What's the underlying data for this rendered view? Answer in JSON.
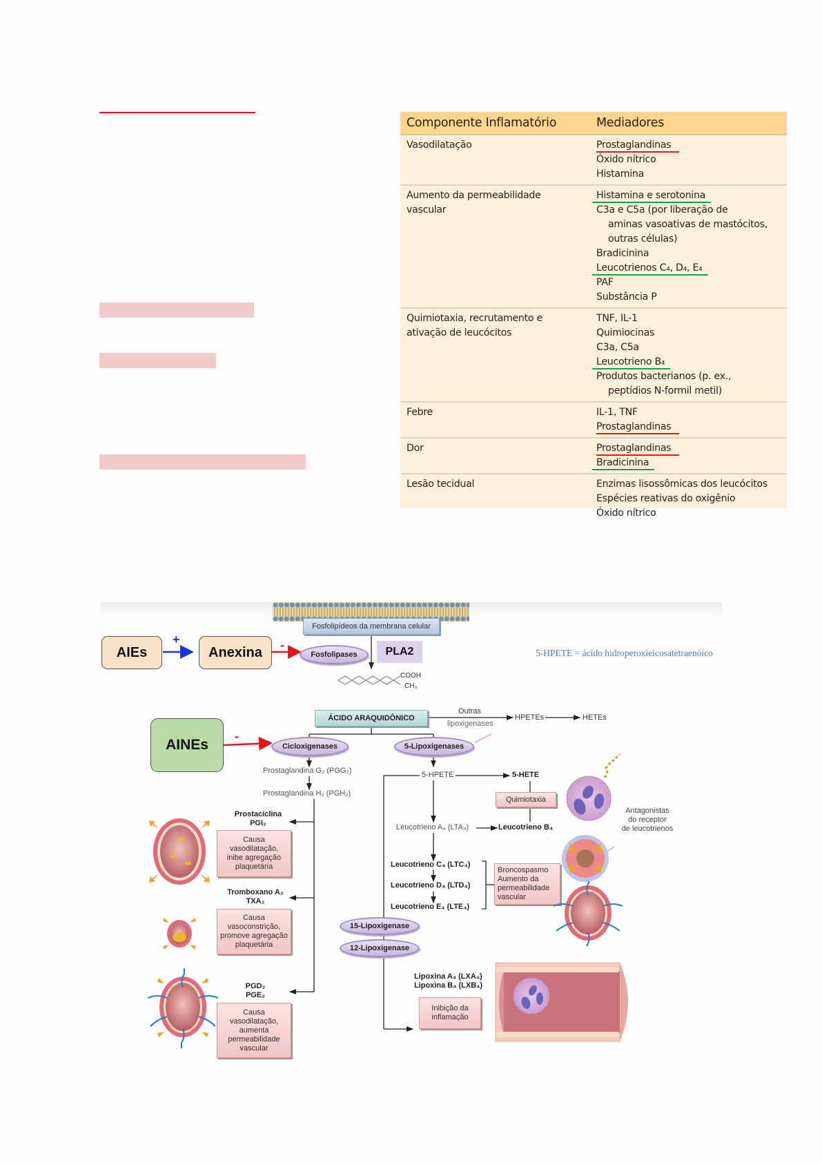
{
  "left_column": {
    "highlight_bars": 3
  },
  "table": {
    "headers": [
      "Componente Inflamatório",
      "Mediadores"
    ],
    "rows": [
      {
        "component": "Vasodilatação",
        "mediators": [
          {
            "text": "Prostaglandinas",
            "underline": "red"
          },
          {
            "text": "Óxido nítrico"
          },
          {
            "text": "Histamina"
          }
        ]
      },
      {
        "component": "Aumento da permeabilidade vascular",
        "component_lines": [
          "Aumento da permeabilidade",
          "vascular"
        ],
        "mediators": [
          {
            "text": "Histamina e serotonina",
            "underline": "green"
          },
          {
            "text": "C3a e C5a (por liberação de"
          },
          {
            "text": "aminas vasoativas de mastócitos,",
            "indent": true
          },
          {
            "text": "outras células)",
            "indent": true
          },
          {
            "text": "Bradicinina"
          },
          {
            "text": "Leucotrienos C4, D4, E4",
            "underline": "green"
          },
          {
            "text": "PAF"
          },
          {
            "text": "Substância P"
          }
        ]
      },
      {
        "component": "Quimiotaxia, recrutamento e ativação de leucócitos",
        "component_lines": [
          "Quimiotaxia, recrutamento e",
          "ativação de leucócitos"
        ],
        "mediators": [
          {
            "text": "TNF, IL-1"
          },
          {
            "text": "Quimiocinas"
          },
          {
            "text": "C3a, C5a"
          },
          {
            "text": "Leucotrieno B4",
            "underline": "green"
          },
          {
            "text": "Produtos bacterianos (p. ex.,"
          },
          {
            "text": "peptídios N-formil metil)",
            "indent": true
          }
        ]
      },
      {
        "component": "Febre",
        "mediators": [
          {
            "text": "IL-1, TNF"
          },
          {
            "text": "Prostaglandinas",
            "underline": "red"
          }
        ]
      },
      {
        "component": "Dor",
        "mediators": [
          {
            "text": "Prostaglandinas",
            "underline": "red"
          },
          {
            "text": "Bradicinina",
            "underline": "green"
          }
        ]
      },
      {
        "component": "Lesão tecidual",
        "mediators": [
          {
            "text": "Enzimas lisossômicas dos leucócitos"
          },
          {
            "text": "Espécies reativas do oxigênio"
          },
          {
            "text": "Óxido nítrico"
          }
        ]
      }
    ]
  },
  "diagram": {
    "membrane_label": "Fosfolipídeos da membrana celular",
    "aies": "AIEs",
    "plus_sign": "+",
    "anexina": "Anexina",
    "minus_sign": "-",
    "fosfolipases": "Fosfolipases",
    "pla2": "PLA2",
    "note": "5-HPETE = ácido hidroperoxieicosatetraenóico",
    "cooh": "COOH",
    "ch3": "CH3",
    "acido": "ÁCIDO ARAQUIDÔNICO",
    "outras": "Outras",
    "lipoxigenases": "lipoxigenases",
    "hpetes": "HPETEs",
    "hetes": "HETEs",
    "aines": "AINEs",
    "ciclox": "Cicloxigenases",
    "lipox5": "5-Lipoxigenases",
    "pgg2": "Prostaglandina G2 (PGG2)",
    "pgh2": "Prostaglandina H2 (PGH2)",
    "hpete5": "5-HPETE",
    "hete5": "5-HETE",
    "quimiotaxia": "Quimiotaxia",
    "lta4": "Leucotrieno A4 (LTA4)",
    "ltb4": "Leucotrieno B4",
    "antagonistas": [
      "Antagonistas",
      "do receptor",
      "de leucotrienos"
    ],
    "prostaciclina": "Prostaciclina",
    "pgi2": "PGI2",
    "pgi2_effect": [
      "Causa",
      "vasodilatação,",
      "inibe agregação",
      "plaquetária"
    ],
    "tromboxano": "Tromboxano A2",
    "txa2": "TXA2",
    "txa2_effect": [
      "Causa",
      "vasoconstrição,",
      "promove agregação",
      "plaquetária"
    ],
    "pgd2": "PGD2",
    "pge2": "PGE2",
    "pgd2_effect": [
      "Causa",
      "vasodilatação,",
      "aumenta",
      "permeabilidade",
      "vascular"
    ],
    "ltc4": "Leucotrieno C4 (LTC4)",
    "ltd4": "Leucotrieno D4 (LTD4)",
    "lte4": "Leucotrieno E4 (LTE4)",
    "lt_effect": [
      "Broncospasmo",
      "Aumento da",
      "permeabilidade",
      "vascular"
    ],
    "lipox15": "15-Lipoxigenase",
    "lipox12": "12-Lipoxigenase",
    "lxa4": "Lipoxina A4 (LXA4)",
    "lxb4": "Lipoxina B4 (LXB4)",
    "inibicao": [
      "Inibição da",
      "inflamação"
    ],
    "colors": {
      "inhibit": "#e8141c",
      "stimulate": "#1433e8",
      "note": "#4a78e0"
    }
  }
}
